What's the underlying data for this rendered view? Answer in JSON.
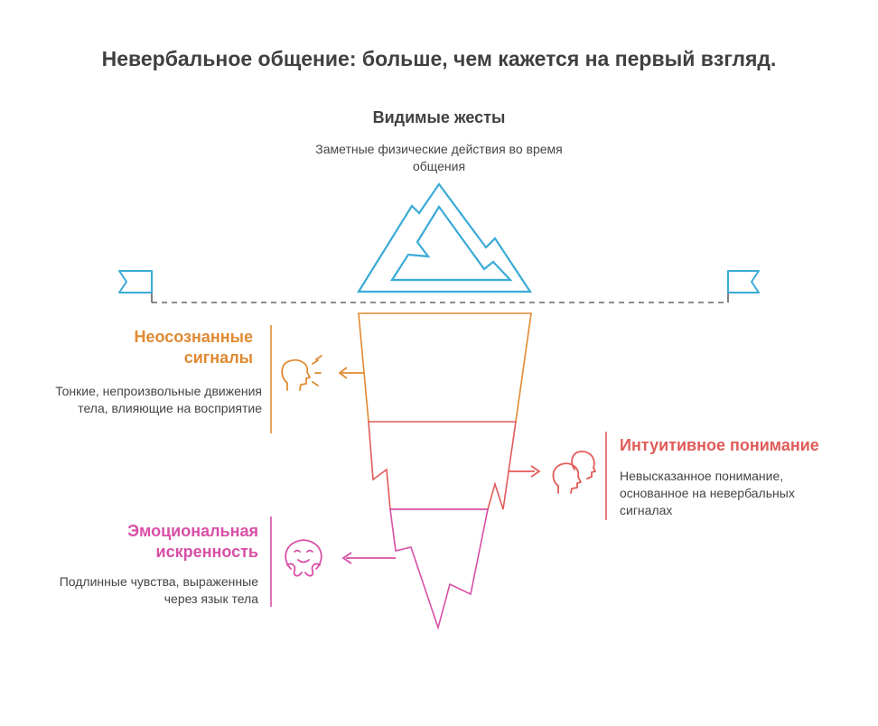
{
  "title": "Невербальное общение: больше, чем кажется на первый взгляд.",
  "visible": {
    "heading": "Видимые жесты",
    "description": "Заметные физические действия во время общения",
    "icon": "mountain-tip-icon"
  },
  "sections": [
    {
      "id": "unconscious",
      "heading": "Неосознанные сигналы",
      "description": "Тонкие, непроизвольные движения тела, влияющие на восприятие",
      "icon": "head-signal-icon",
      "color": "#e08a32"
    },
    {
      "id": "intuitive",
      "heading": "Интуитивное понимание",
      "description": "Невысказанное понимание, основанное на невербальных сигналах",
      "icon": "two-heads-icon",
      "color": "#e05c58"
    },
    {
      "id": "emotional",
      "heading": "Эмоциональная искренность",
      "description": "Подлинные чувства, выраженные через язык тела",
      "icon": "hugging-face-icon",
      "color": "#d84fa6"
    }
  ],
  "colors": {
    "tip": "#3aaad6",
    "waterline": "#666666"
  }
}
